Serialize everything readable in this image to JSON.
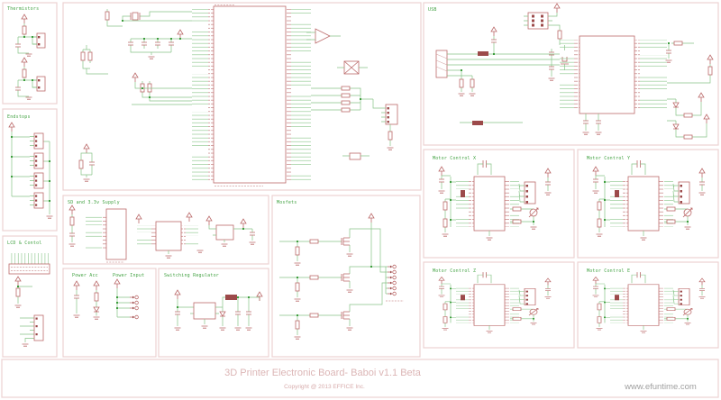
{
  "sheet": {
    "sections": {
      "thermistors": {
        "label": "Thermistors"
      },
      "endstops": {
        "label": "Endstops"
      },
      "lcd_control": {
        "label": "LCD & Contol"
      },
      "sd_supply": {
        "label": "SD and 3.3v Supply"
      },
      "power_acc": {
        "label": "Power Acc"
      },
      "power_input": {
        "label": "Power Input"
      },
      "switching_regulator": {
        "label": "Switching Regulator"
      },
      "mosfets": {
        "label": "Mosfets"
      },
      "usb": {
        "label": "USB"
      },
      "motor_x": {
        "label": "Motor Control X"
      },
      "motor_y": {
        "label": "Motor Control Y"
      },
      "motor_z": {
        "label": "Motor Control Z"
      },
      "motor_e": {
        "label": "Motor Control E"
      }
    },
    "title_block": {
      "title": "3D Printer Electronic Board- Baboi v1.1 Beta",
      "copyright": "Copyright @ 2013 EFFICE Inc.",
      "website": "www.efuntime.com"
    },
    "colors": {
      "wire_green": "#86c386",
      "junction_green": "#3f9e3f",
      "component_red": "#bb6a6a",
      "component_dark_red": "#9c4a4a",
      "frame_pink": "#ecd2d2",
      "label_green": "#44a344",
      "title_pink": "#dcb6b6",
      "website_gray": "#9f9f9f"
    }
  }
}
